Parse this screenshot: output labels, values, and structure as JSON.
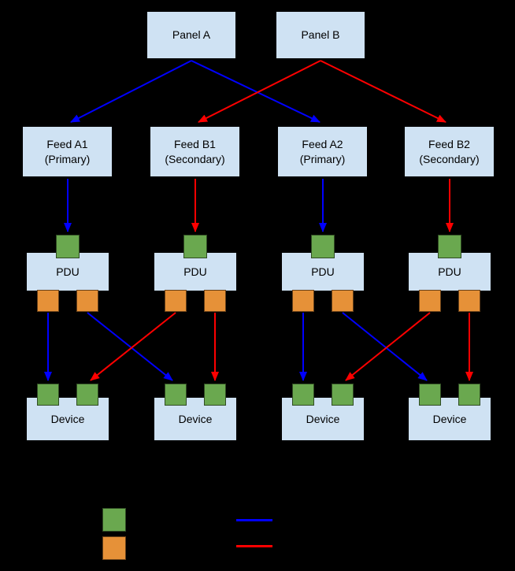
{
  "colors": {
    "background": "#000000",
    "node-fill": "#cfe2f3",
    "node-border": "#000000",
    "green": "#6aa84f",
    "orange": "#e69138",
    "blue": "#0000ff",
    "red": "#ff0000"
  },
  "diagram": {
    "panels": [
      {
        "label": "Panel A"
      },
      {
        "label": "Panel B"
      }
    ],
    "feeds": [
      {
        "line1": "Feed A1",
        "line2": "(Primary)"
      },
      {
        "line1": "Feed B1",
        "line2": "(Secondary)"
      },
      {
        "line1": "Feed A2",
        "line2": "(Primary)"
      },
      {
        "line1": "Feed B2",
        "line2": "(Secondary)"
      }
    ],
    "pdus": [
      {
        "label": "PDU"
      },
      {
        "label": "PDU"
      },
      {
        "label": "PDU"
      },
      {
        "label": "PDU"
      }
    ],
    "devices": [
      {
        "label": "Device"
      },
      {
        "label": "Device"
      },
      {
        "label": "Device"
      },
      {
        "label": "Device"
      }
    ]
  },
  "legend": {
    "items": [
      {
        "name": "input-port-swatch",
        "color_key": "green"
      },
      {
        "name": "output-port-swatch",
        "color_key": "orange"
      },
      {
        "name": "primary-path-line",
        "color_key": "blue"
      },
      {
        "name": "secondary-path-line",
        "color_key": "red"
      }
    ]
  }
}
